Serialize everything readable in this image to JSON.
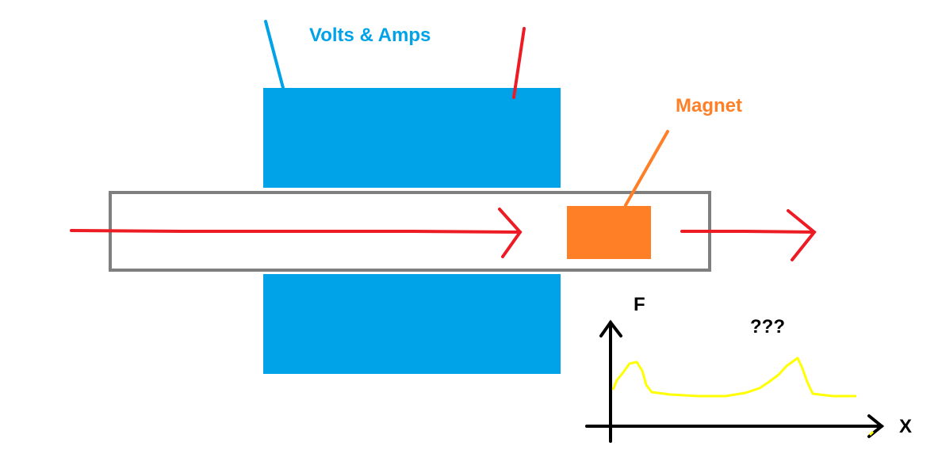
{
  "labels": {
    "coil_wires": "Volts & Amps",
    "magnet": "Magnet",
    "graph_y_axis": "F",
    "graph_x_axis": "X",
    "graph_note": "???"
  },
  "colors": {
    "coil": "#00a2e8",
    "magnet": "#ff7f27",
    "arrow": "#ed1c24",
    "tube": "#7f7f7f",
    "curve": "#ffff00",
    "axes": "#000000",
    "label_blue": "#00a2e8",
    "label_orange": "#ff7f27"
  },
  "icons": {
    "arrow_in": "right-arrow-icon",
    "arrow_out": "right-arrow-icon"
  }
}
